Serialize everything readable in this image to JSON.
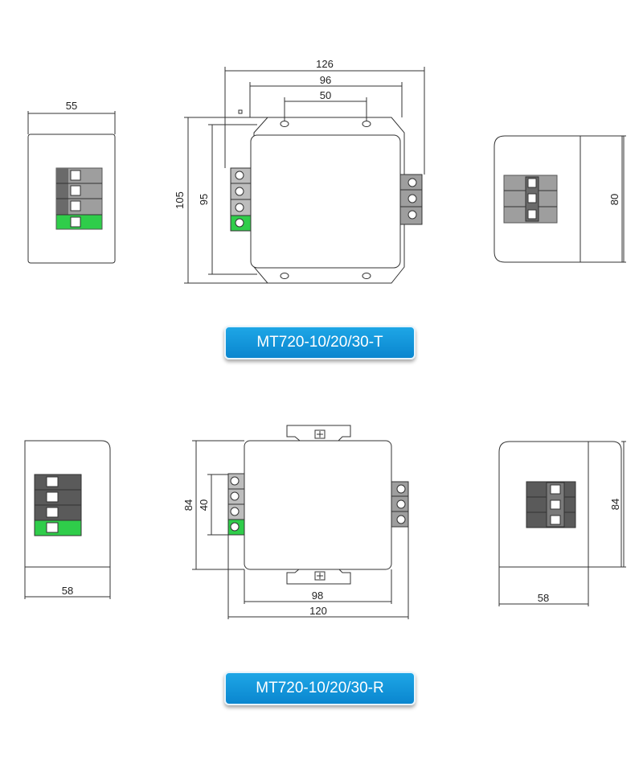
{
  "colors": {
    "terminal_green": "#2fcd4a",
    "terminal_gray": "#9e9e9e",
    "terminal_dark": "#5a5a5a",
    "badge_blue": "#0a86cf"
  },
  "top_section": {
    "label": "MT720-10/20/30-T",
    "dims": {
      "left_width": "55",
      "overall_width": "126",
      "hole_span": "96",
      "inner_span": "50",
      "overall_height": "105",
      "terminal_height": "95",
      "right_height": "80"
    }
  },
  "bottom_section": {
    "label": "MT720-10/20/30-R",
    "dims": {
      "left_width": "58",
      "height": "84",
      "terminal_height": "40",
      "body_width": "98",
      "overall_width": "120",
      "right_height": "84",
      "right_width": "58"
    }
  }
}
